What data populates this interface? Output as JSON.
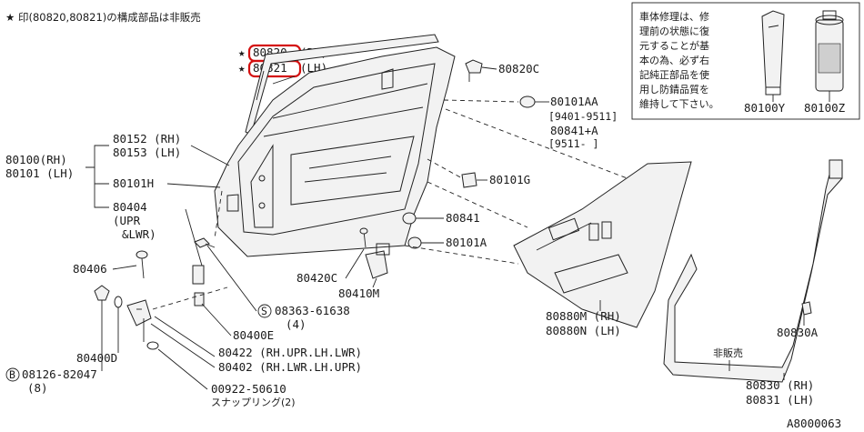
{
  "header_note": "★ 印(80820,80821)の構成部品は非販売",
  "info_box": {
    "lines": [
      "車体修理は、修",
      "理前の状態に復",
      "元することが基",
      "本の為、必ず右",
      "記純正部品を使",
      "用し防錆品質を",
      "維持して下さい。"
    ],
    "part_left": "80100Y",
    "part_right": "80100Z"
  },
  "diagram_id": "A8000063",
  "labels": {
    "p80820": "80820",
    "p80820_side": "(RH)",
    "p80821": "80821",
    "p80821_side": "(LH)",
    "star": "★",
    "p80820c": "80820C",
    "p80101aa": "80101AA",
    "p80101aa_range1": "[9401-9511]",
    "p80841a": "80841+A",
    "p80841a_range": "[9511-     ]",
    "p80152": "80152 (RH)",
    "p80153": "80153 (LH)",
    "p80100": "80100(RH)",
    "p80101": "80101 (LH)",
    "p80101h": "80101H",
    "p80101g": "80101G",
    "p80841": "80841",
    "p80101a": "80101A",
    "p80404": "80404",
    "p80404_sub1": "(UPR",
    "p80404_sub2": "&LWR)",
    "p80406": "80406",
    "p80420c": "80420C",
    "p80410m": "80410M",
    "p08363": "08363-61638",
    "p08363_qty": "(4)",
    "s_mark": "S",
    "p80400e": "80400E",
    "p80400d": "80400D",
    "p80422": "80422 (RH.UPR.LH.LWR)",
    "p80402": "80402 (RH.LWR.LH.UPR)",
    "b_mark": "B",
    "p08126": "08126-82047",
    "p08126_qty": "(8)",
    "p00922": "00922-50610",
    "p00922_name": "スナップリング(2)",
    "p80880m": "80880M (RH)",
    "p80880n": "80880N (LH)",
    "not_sold": "非販売",
    "p80830a": "80830A",
    "p80830": "80830 (RH)",
    "p80831": "80831 (LH)"
  }
}
